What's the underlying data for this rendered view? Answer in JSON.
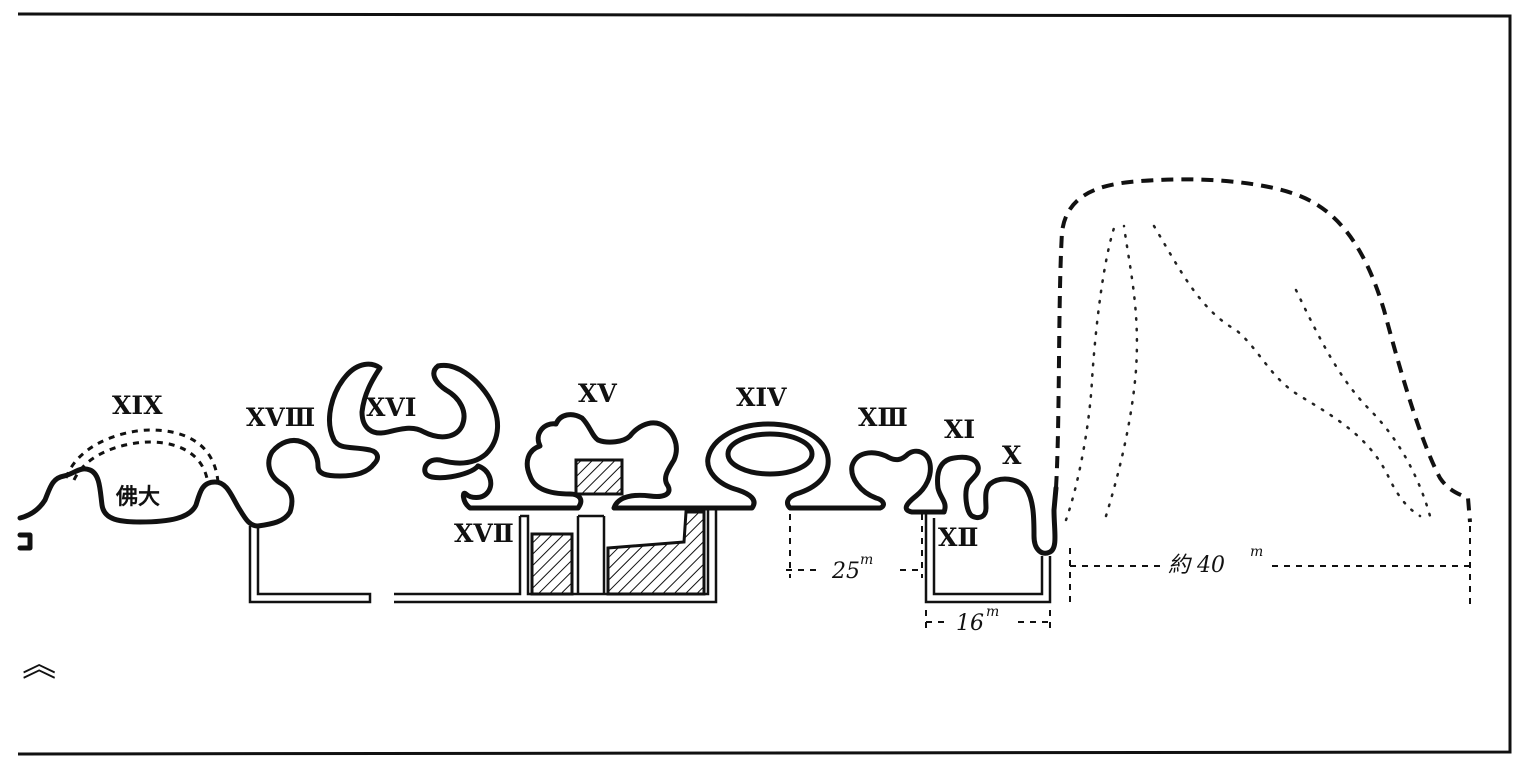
{
  "diagram": {
    "cave_labels": {
      "c19": "ⅩⅠⅩ",
      "c18": "ⅩⅤⅢ",
      "c16": "ⅩⅤⅠ",
      "c17": "ⅩⅤⅡ",
      "c15": "ⅩⅤ",
      "c14": "ⅩⅠⅤ",
      "c13": "ⅩⅢ",
      "c11": "ⅩⅠ",
      "c12": "ⅩⅡ",
      "c10": "Ⅹ"
    },
    "buddha_label": "佛大",
    "dimensions": {
      "d25_value": "25",
      "d25_unit": "m",
      "d16_value": "16",
      "d16_unit": "m",
      "d40_value": "約 40",
      "d40_unit": "m"
    },
    "corner_glyph": "《"
  }
}
